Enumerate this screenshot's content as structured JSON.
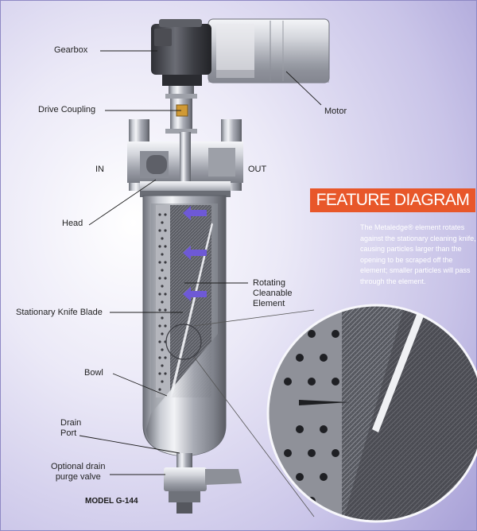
{
  "labels": {
    "gearbox": "Gearbox",
    "motor": "Motor",
    "drive_coupling": "Drive Coupling",
    "in": "IN",
    "out": "OUT",
    "head": "Head",
    "rotating_element": "Rotating\nCleanable\nElement",
    "stationary_knife": "Stationary Knife Blade",
    "bowl": "Bowl",
    "drain_port": "Drain\nPort",
    "drain_valve": "Optional drain\npurge valve"
  },
  "feature": {
    "title": "FEATURE DIAGRAM",
    "description": "The Metaledge® element rotates against the stationary cleaning knife, causing particles larger than the opening to be scraped off the element; smaller particles will pass through the element."
  },
  "model": "MODEL G-144",
  "colors": {
    "background_light": "#f2f1fa",
    "background_purple": "#b9b3df",
    "accent_orange": "#e8572a",
    "steel": "#b9bcc4",
    "flow_arrow": "#6e59d6"
  }
}
